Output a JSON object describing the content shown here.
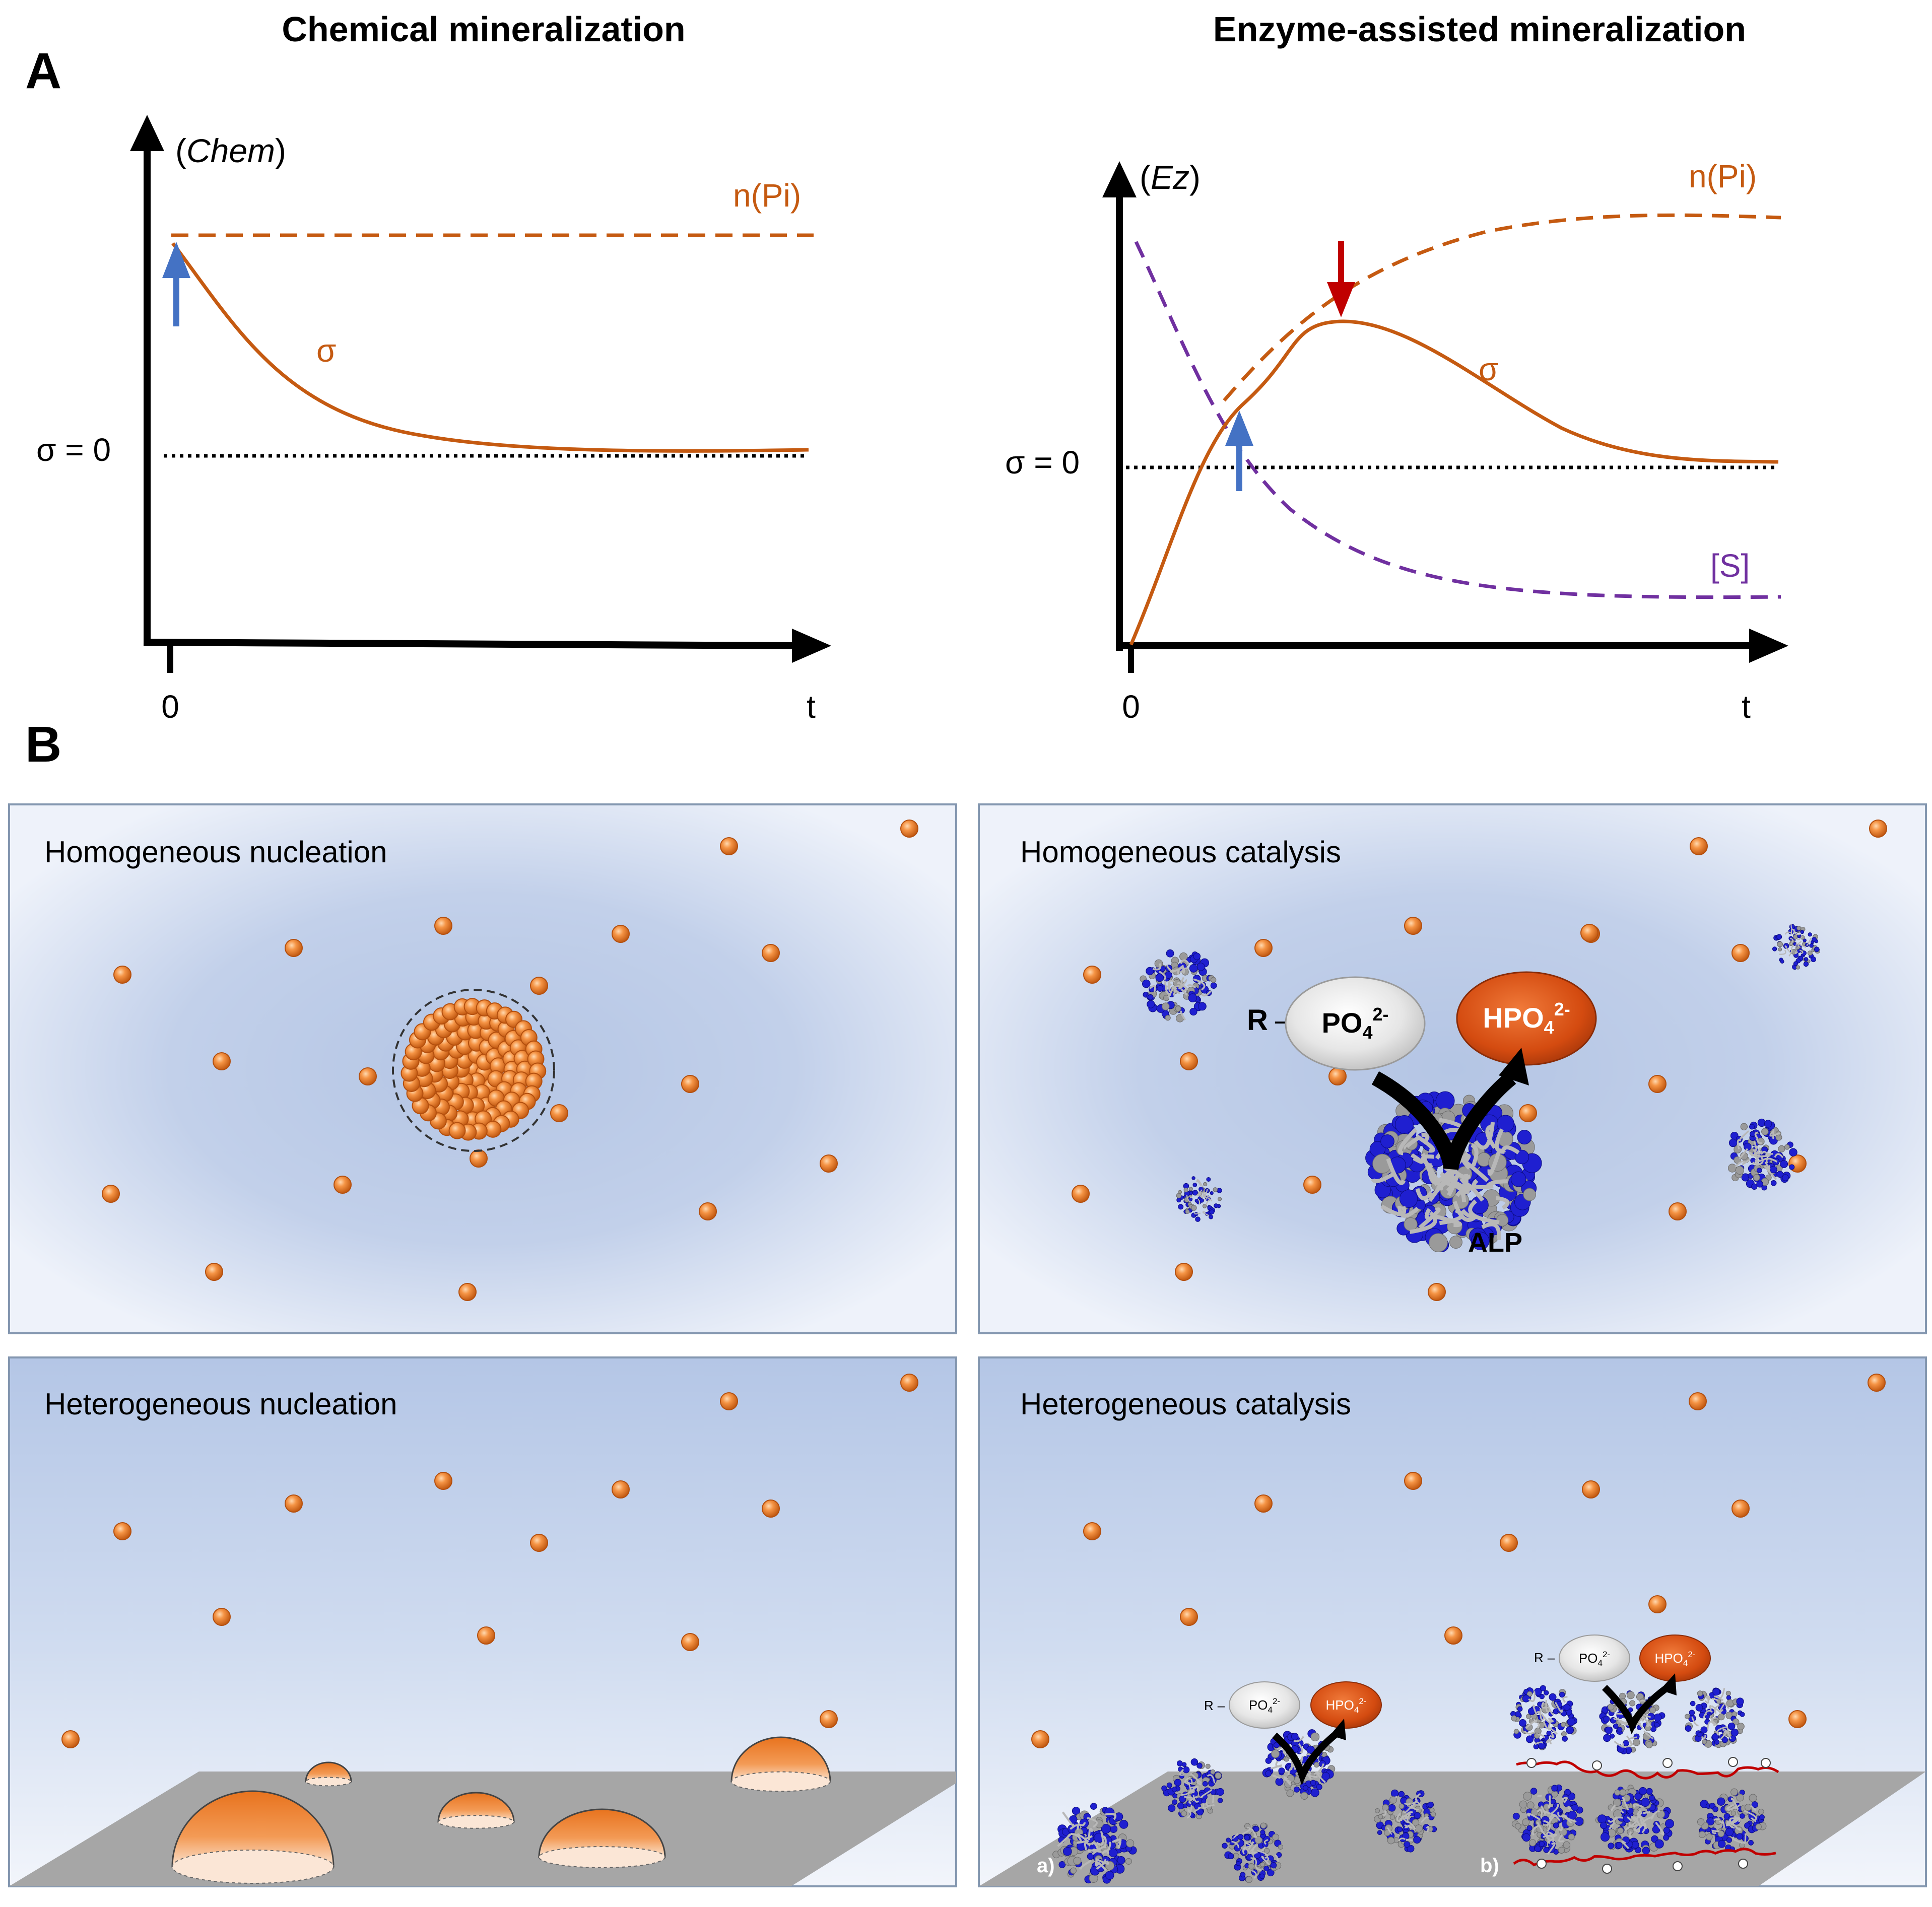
{
  "panel_a": {
    "letter": "A",
    "left": {
      "title": "Chemical mineralization",
      "y_label_open": "(",
      "y_label_italic": "Chem",
      "y_label_close": ")",
      "sigma_zero": "σ = 0",
      "x_origin": "0",
      "x_axis": "t",
      "npi": "n(Pi)",
      "sigma": "σ"
    },
    "right": {
      "title": "Enzyme-assisted mineralization",
      "y_label_open": "(",
      "y_label_italic": "Ez",
      "y_label_close": ")",
      "sigma_zero": "σ = 0",
      "x_origin": "0",
      "x_axis": "t",
      "npi": "n(Pi)",
      "sigma": "σ",
      "substrate": "[S]"
    }
  },
  "panel_b": {
    "letter": "B",
    "homogeneous_nucleation": "Homogeneous nucleation",
    "homogeneous_catalysis": "Homogeneous catalysis",
    "heterogeneous_nucleation": "Heterogeneous nucleation",
    "heterogeneous_catalysis": "Heterogeneous catalysis",
    "r_prefix": "R",
    "dash": "–",
    "po4_base": "PO",
    "po4_sub": "4",
    "po4_sup": "2-",
    "hpo4_base": "HPO",
    "hpo4_sub": "4",
    "hpo4_sup": "2-",
    "enzyme": "ALP",
    "label_a": "a)",
    "label_b": "b)"
  },
  "colors": {
    "orange": "#c85a14",
    "purple": "#7030a0",
    "blue_arrow": "#4472c4",
    "red_arrow": "#c00000",
    "protein": "#1f1fd0",
    "surface": "#a6a6a6",
    "ion": "#ee7a2a"
  }
}
